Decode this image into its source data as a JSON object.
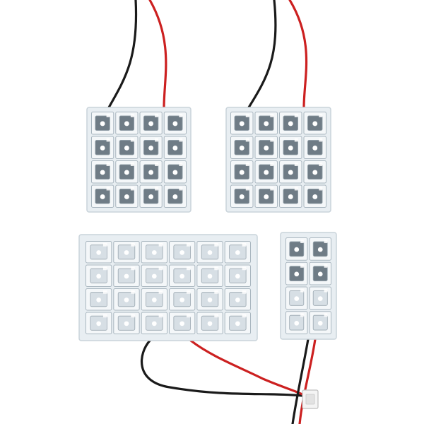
{
  "scene": {
    "background": "#ffffff",
    "colors": {
      "board_fill": "#e8eef2",
      "board_edge": "#c9d3da",
      "led_frame": "#a9b6bf",
      "led_well": "#6f7c86",
      "led_well_bright": "#d7dfe5",
      "led_chip": "#ffffff",
      "wire_red": "#cc2020",
      "wire_black": "#1a1a1a",
      "connector": "#f4f4f4"
    },
    "boards": [
      {
        "id": "board-top-left",
        "rows": 4,
        "cols": 4
      },
      {
        "id": "board-top-right",
        "rows": 4,
        "cols": 4
      },
      {
        "id": "board-bottom-large",
        "rows": 4,
        "cols": 6
      },
      {
        "id": "board-bottom-small",
        "rows": 4,
        "cols": 2
      }
    ],
    "wires": [
      {
        "id": "wire-black-top-left",
        "color": "black"
      },
      {
        "id": "wire-red-top-left",
        "color": "red"
      },
      {
        "id": "wire-black-top-right",
        "color": "black"
      },
      {
        "id": "wire-red-top-right",
        "color": "red"
      },
      {
        "id": "wire-black-bottom",
        "color": "black"
      },
      {
        "id": "wire-red-bottom",
        "color": "red"
      },
      {
        "id": "wire-black-small",
        "color": "black"
      },
      {
        "id": "wire-red-small",
        "color": "red"
      }
    ],
    "connectors": [
      {
        "id": "plug-connector"
      }
    ]
  }
}
